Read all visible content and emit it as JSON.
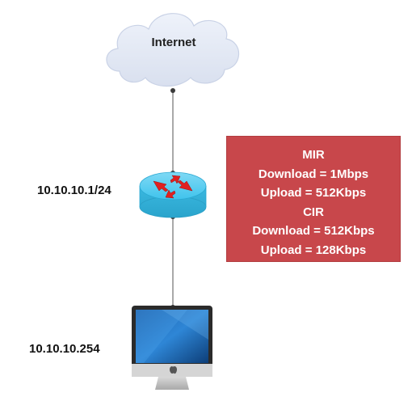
{
  "diagram": {
    "cloud": {
      "label": "Internet",
      "fill": "#e3e9f5",
      "stroke": "#c9d2e6"
    },
    "router": {
      "ip": "10.10.10.1/24",
      "color": "#3fc3ec",
      "arrow_color": "#e02020"
    },
    "computer": {
      "ip": "10.10.10.254"
    },
    "rate_box": {
      "background": "#c8474b",
      "lines": [
        "MIR",
        "Download = 1Mbps",
        "Upload = 512Kbps",
        "CIR",
        "Download = 512Kbps",
        "Upload = 128Kbps"
      ]
    },
    "link_color": "#8c8c8c"
  }
}
